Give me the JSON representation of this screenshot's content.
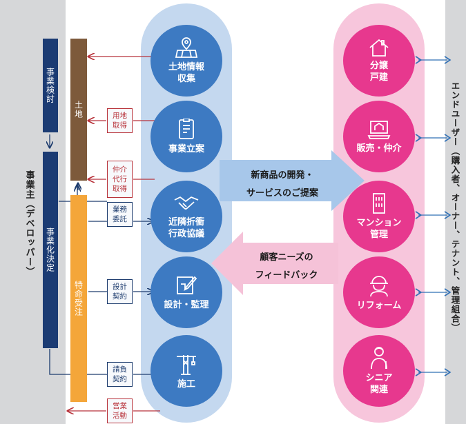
{
  "owner": {
    "label": "事業主（デベロッパー）"
  },
  "end_user": {
    "label": "エンドユーザー（購入者、オーナー、テナント、管理組合）"
  },
  "phases": {
    "study": "事業検討",
    "land": "土地",
    "decision": "事業化決定",
    "special_order": "特命受注"
  },
  "tags": {
    "land_acquisition": [
      "用地",
      "取得"
    ],
    "agency_acquisition": [
      "仲介",
      "代行",
      "取得"
    ],
    "consignment": [
      "業務",
      "委託"
    ],
    "design_contract": [
      "設計",
      "契約"
    ],
    "construction_contract": [
      "請負",
      "契約"
    ],
    "sales_activity": [
      "営業",
      "活動"
    ]
  },
  "left_services": [
    {
      "name": "land-info-icon",
      "lines": [
        "土地情報",
        "収集"
      ]
    },
    {
      "name": "business-plan-icon",
      "lines": [
        "事業立案"
      ]
    },
    {
      "name": "handshake-icon",
      "lines": [
        "近隣折衝",
        "行政協議"
      ]
    },
    {
      "name": "design-icon",
      "lines": [
        "設計・監理"
      ]
    },
    {
      "name": "crane-icon",
      "lines": [
        "施工"
      ]
    }
  ],
  "right_services": [
    {
      "name": "house-icon",
      "lines": [
        "分譲",
        "戸建"
      ]
    },
    {
      "name": "computer-icon",
      "lines": [
        "販売・仲介"
      ]
    },
    {
      "name": "building-icon",
      "lines": [
        "マンション",
        "管理"
      ]
    },
    {
      "name": "worker-icon",
      "lines": [
        "リフォーム"
      ]
    },
    {
      "name": "senior-icon",
      "lines": [
        "シニア",
        "関連"
      ]
    }
  ],
  "flows": {
    "proposal": [
      "新商品の開発・",
      "サービスのご提案"
    ],
    "feedback": [
      "顧客ニーズの",
      "フィードバック"
    ]
  },
  "colors": {
    "navy": "#1b3b73",
    "brown": "#7d5a3b",
    "orange": "#f4a63a",
    "blue_circle": "#3d7ac2",
    "pink_circle": "#e7388e",
    "blue_arrow": "#a7c7ea",
    "pink_arrow": "#f5c2d8"
  }
}
